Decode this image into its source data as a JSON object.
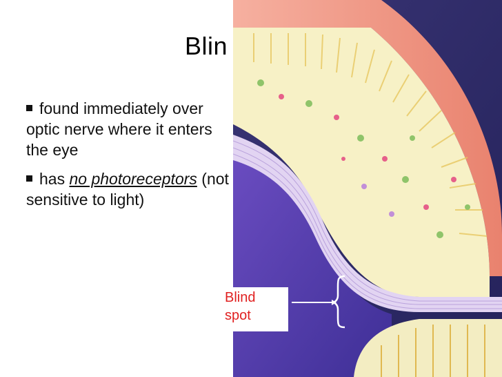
{
  "slide": {
    "title": "Blin",
    "bullets": [
      {
        "text": "found immediately over optic nerve where it enters the eye"
      },
      {
        "prefix": "has ",
        "emphasis": "no photoreceptors",
        "suffix": " (not sensitive to light)"
      }
    ]
  },
  "figure": {
    "label_line1": "Blind",
    "label_line2": "spot"
  },
  "colors": {
    "label": "#e02020",
    "background_dark": "#2e2a68",
    "vitreous": "#5a3fb0",
    "retina": "#f6f2c9",
    "choroid": "#f3a090",
    "nerve_fibers": "#d8c8ec"
  }
}
